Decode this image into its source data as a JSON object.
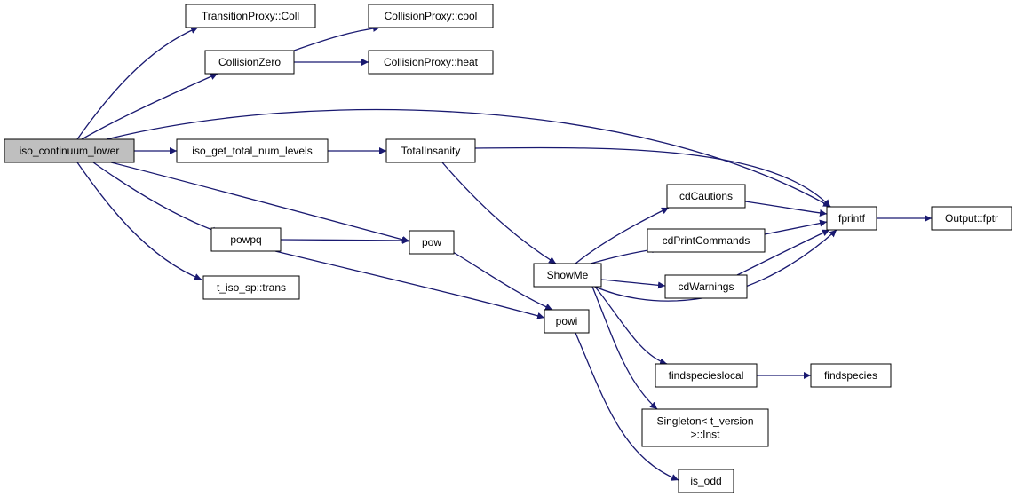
{
  "diagram": {
    "nodes": [
      {
        "id": "iso_continuum_lower",
        "lines": [
          "iso_continuum_lower"
        ],
        "root": true
      },
      {
        "id": "TransitionProxy_Coll",
        "lines": [
          "TransitionProxy::Coll"
        ]
      },
      {
        "id": "CollisionZero",
        "lines": [
          "CollisionZero"
        ]
      },
      {
        "id": "CollisionProxy_cool",
        "lines": [
          "CollisionProxy::cool"
        ]
      },
      {
        "id": "CollisionProxy_heat",
        "lines": [
          "CollisionProxy::heat"
        ]
      },
      {
        "id": "iso_get_total_num_levels",
        "lines": [
          "iso_get_total_num_levels"
        ]
      },
      {
        "id": "TotalInsanity",
        "lines": [
          "TotalInsanity"
        ]
      },
      {
        "id": "powpq",
        "lines": [
          "powpq"
        ]
      },
      {
        "id": "pow",
        "lines": [
          "pow"
        ]
      },
      {
        "id": "t_iso_sp_trans",
        "lines": [
          "t_iso_sp::trans"
        ]
      },
      {
        "id": "powi",
        "lines": [
          "powi"
        ]
      },
      {
        "id": "ShowMe",
        "lines": [
          "ShowMe"
        ]
      },
      {
        "id": "cdCautions",
        "lines": [
          "cdCautions"
        ]
      },
      {
        "id": "cdPrintCommands",
        "lines": [
          "cdPrintCommands"
        ]
      },
      {
        "id": "cdWarnings",
        "lines": [
          "cdWarnings"
        ]
      },
      {
        "id": "fprintf",
        "lines": [
          "fprintf"
        ]
      },
      {
        "id": "Output_fptr",
        "lines": [
          "Output::fptr"
        ]
      },
      {
        "id": "findspecieslocal",
        "lines": [
          "findspecieslocal"
        ]
      },
      {
        "id": "findspecies",
        "lines": [
          "findspecies"
        ]
      },
      {
        "id": "Singleton_Inst",
        "lines": [
          "Singleton< t_version",
          ">::Inst"
        ]
      },
      {
        "id": "is_odd",
        "lines": [
          "is_odd"
        ]
      }
    ],
    "edges": [
      {
        "from": "iso_continuum_lower",
        "to": "TransitionProxy_Coll"
      },
      {
        "from": "iso_continuum_lower",
        "to": "CollisionZero"
      },
      {
        "from": "iso_continuum_lower",
        "to": "fprintf"
      },
      {
        "from": "iso_continuum_lower",
        "to": "iso_get_total_num_levels"
      },
      {
        "from": "iso_continuum_lower",
        "to": "pow"
      },
      {
        "from": "iso_continuum_lower",
        "to": "powpq"
      },
      {
        "from": "iso_continuum_lower",
        "to": "t_iso_sp_trans"
      },
      {
        "from": "CollisionZero",
        "to": "CollisionProxy_cool"
      },
      {
        "from": "CollisionZero",
        "to": "CollisionProxy_heat"
      },
      {
        "from": "iso_get_total_num_levels",
        "to": "TotalInsanity"
      },
      {
        "from": "TotalInsanity",
        "to": "fprintf"
      },
      {
        "from": "TotalInsanity",
        "to": "ShowMe"
      },
      {
        "from": "powpq",
        "to": "pow"
      },
      {
        "from": "powpq",
        "to": "powi"
      },
      {
        "from": "pow",
        "to": "powi"
      },
      {
        "from": "powi",
        "to": "is_odd"
      },
      {
        "from": "ShowMe",
        "to": "cdCautions"
      },
      {
        "from": "ShowMe",
        "to": "cdPrintCommands"
      },
      {
        "from": "ShowMe",
        "to": "cdWarnings"
      },
      {
        "from": "ShowMe",
        "to": "fprintf"
      },
      {
        "from": "ShowMe",
        "to": "findspecieslocal"
      },
      {
        "from": "ShowMe",
        "to": "Singleton_Inst"
      },
      {
        "from": "cdCautions",
        "to": "fprintf"
      },
      {
        "from": "cdPrintCommands",
        "to": "fprintf"
      },
      {
        "from": "cdWarnings",
        "to": "fprintf"
      },
      {
        "from": "fprintf",
        "to": "Output_fptr"
      },
      {
        "from": "findspecieslocal",
        "to": "findspecies"
      }
    ]
  }
}
